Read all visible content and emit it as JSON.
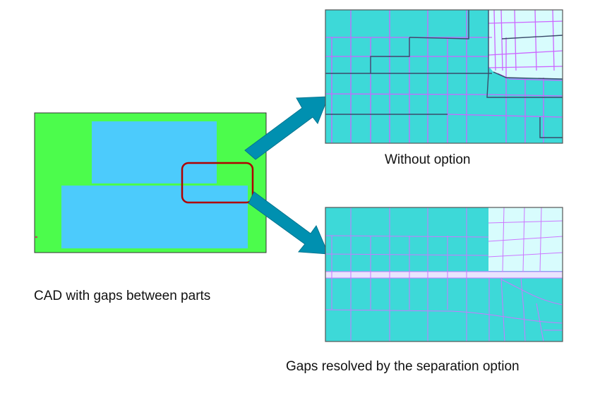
{
  "captions": {
    "cad": "CAD with gaps between parts",
    "without": "Without option",
    "with": "Gaps resolved by the separation option"
  },
  "colors": {
    "cad_background": "#4cfc4c",
    "cad_part": "#4ccbfc",
    "highlight_box": "#b00000",
    "arrow": "#0090b0",
    "mesh_fill": "#3dd9d8",
    "mesh_light": "#d8fcfd",
    "mesh_line": "#cc66ff",
    "mesh_boundary": "#3a4a6a",
    "panel_border": "#333333"
  },
  "icons": {
    "arrow_top": "arrow-up-right-icon",
    "arrow_bottom": "arrow-down-right-icon"
  }
}
